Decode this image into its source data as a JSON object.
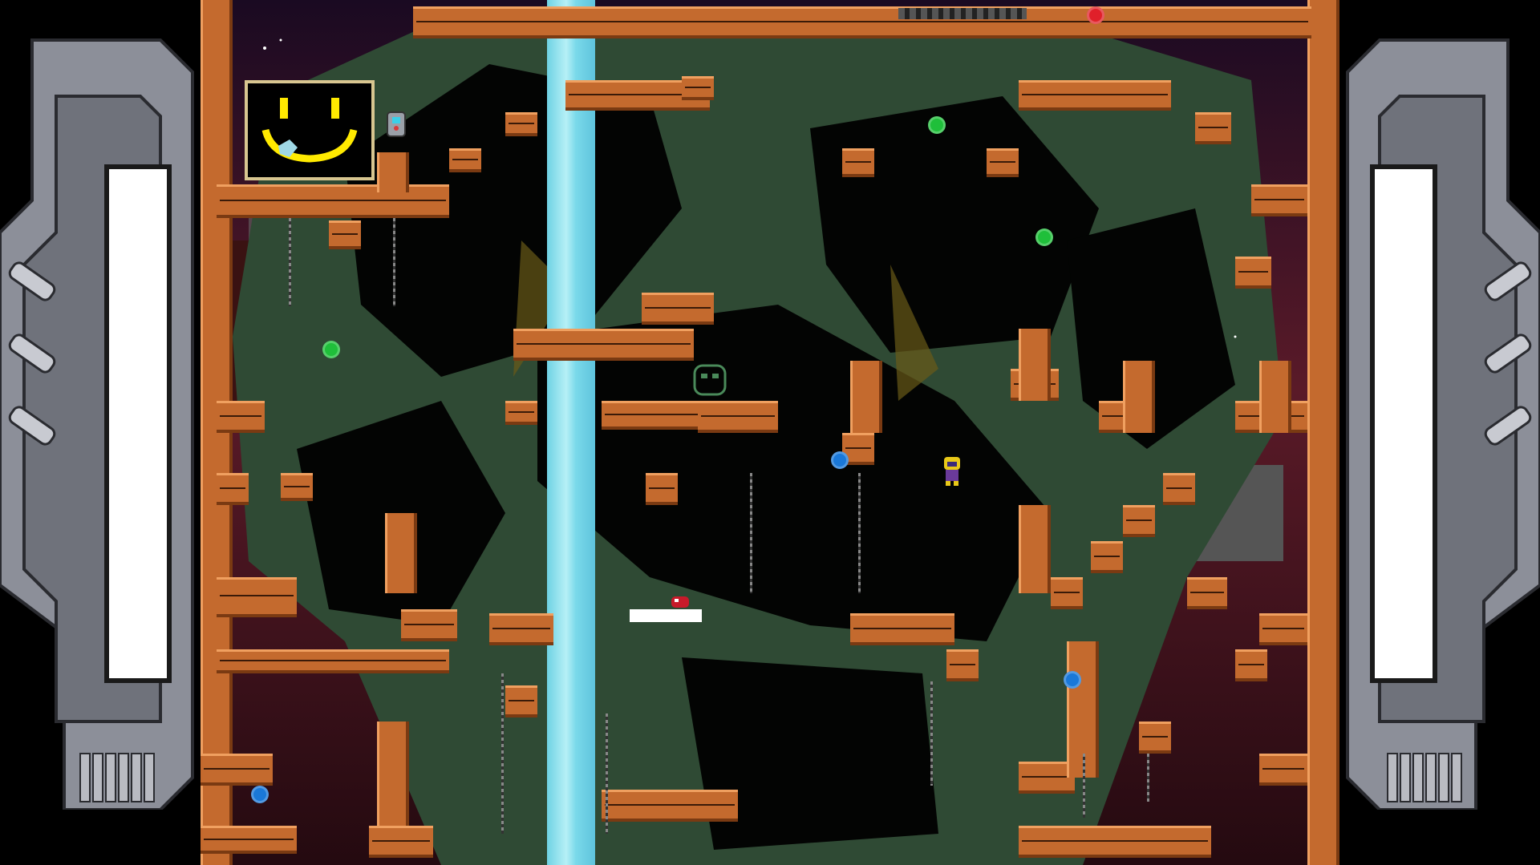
{
  "game": {
    "level": "space-tower-level",
    "colors": {
      "platform": "#c46a2e",
      "platform_highlight": "#f0a060",
      "platform_shadow": "#7a3a12",
      "backdrop_green": "#2f4a34",
      "waterfall": "#8fe0ee",
      "frame_grey": "#8c8f99",
      "meter_white": "#ffffff",
      "monitor_face": "#ffea00"
    },
    "monitor": {
      "face_icon": "smiley-face-icon"
    },
    "orbs": [
      {
        "color": "green",
        "hex": "#1fbf3a"
      },
      {
        "color": "green",
        "hex": "#1fbf3a"
      },
      {
        "color": "green",
        "hex": "#1fbf3a"
      },
      {
        "color": "red",
        "hex": "#e0202a"
      },
      {
        "color": "red",
        "hex": "#e0202a"
      },
      {
        "color": "blue",
        "hex": "#1a78d8"
      },
      {
        "color": "blue",
        "hex": "#1a78d8"
      },
      {
        "color": "blue",
        "hex": "#1a78d8"
      }
    ],
    "player": {
      "icon": "player-character-icon"
    },
    "robot": {
      "icon": "robot-icon"
    },
    "meters": {
      "left_level": 1.0,
      "right_level": 1.0
    }
  }
}
